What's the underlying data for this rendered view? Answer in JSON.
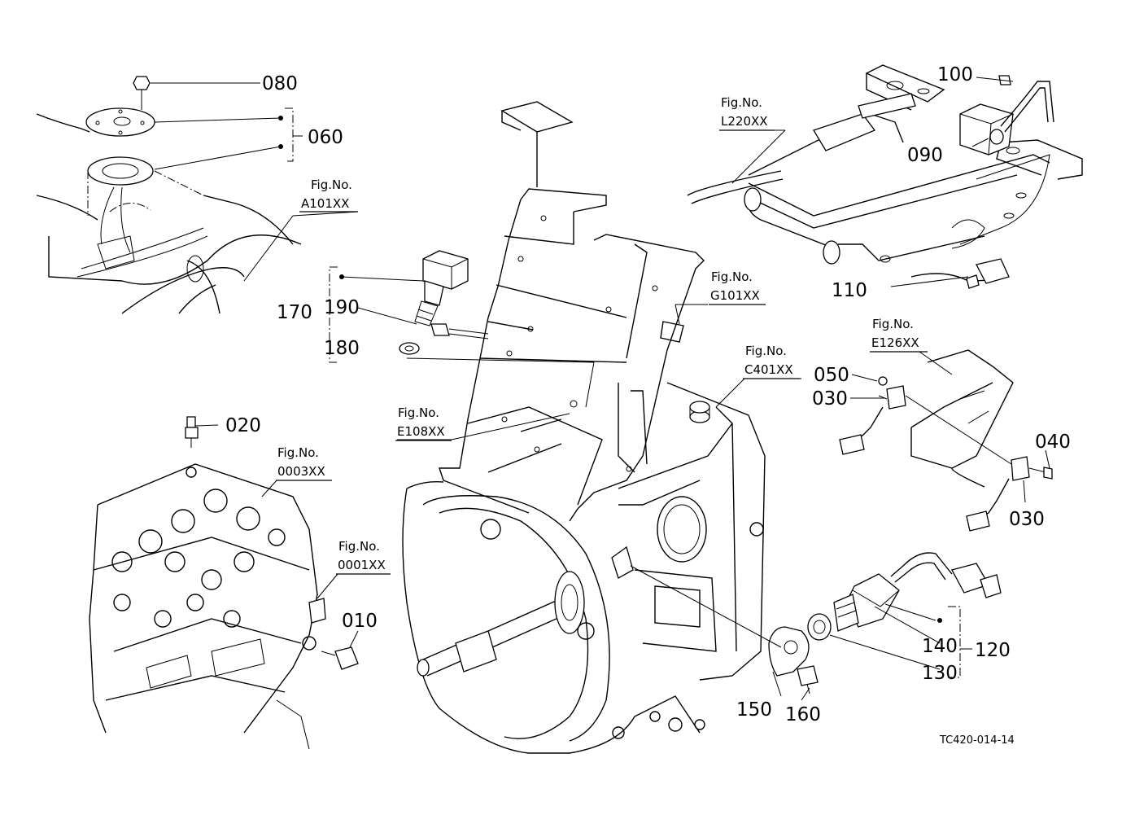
{
  "parts": {
    "p080": "080",
    "p060": "060",
    "p100": "100",
    "p090": "090",
    "p110": "110",
    "p170": "170",
    "p190": "190",
    "p180": "180",
    "p050": "050",
    "p030a": "030",
    "p030b": "030",
    "p040": "040",
    "p020": "020",
    "p010": "010",
    "p140": "140",
    "p120": "120",
    "p130": "130",
    "p150": "150",
    "p160": "160"
  },
  "figure_refs": {
    "a101": {
      "title": "Fig.No.",
      "code": "A101XX"
    },
    "l220": {
      "title": "Fig.No.",
      "code": "L220XX"
    },
    "g101": {
      "title": "Fig.No.",
      "code": "G101XX"
    },
    "c401": {
      "title": "Fig.No.",
      "code": "C401XX"
    },
    "e126": {
      "title": "Fig.No.",
      "code": "E126XX"
    },
    "e108": {
      "title": "Fig.No.",
      "code": "E108XX"
    },
    "f0003": {
      "title": "Fig.No.",
      "code": "0003XX"
    },
    "f0001": {
      "title": "Fig.No.",
      "code": "0001XX"
    }
  },
  "drawing_number": "TC420-014-14"
}
